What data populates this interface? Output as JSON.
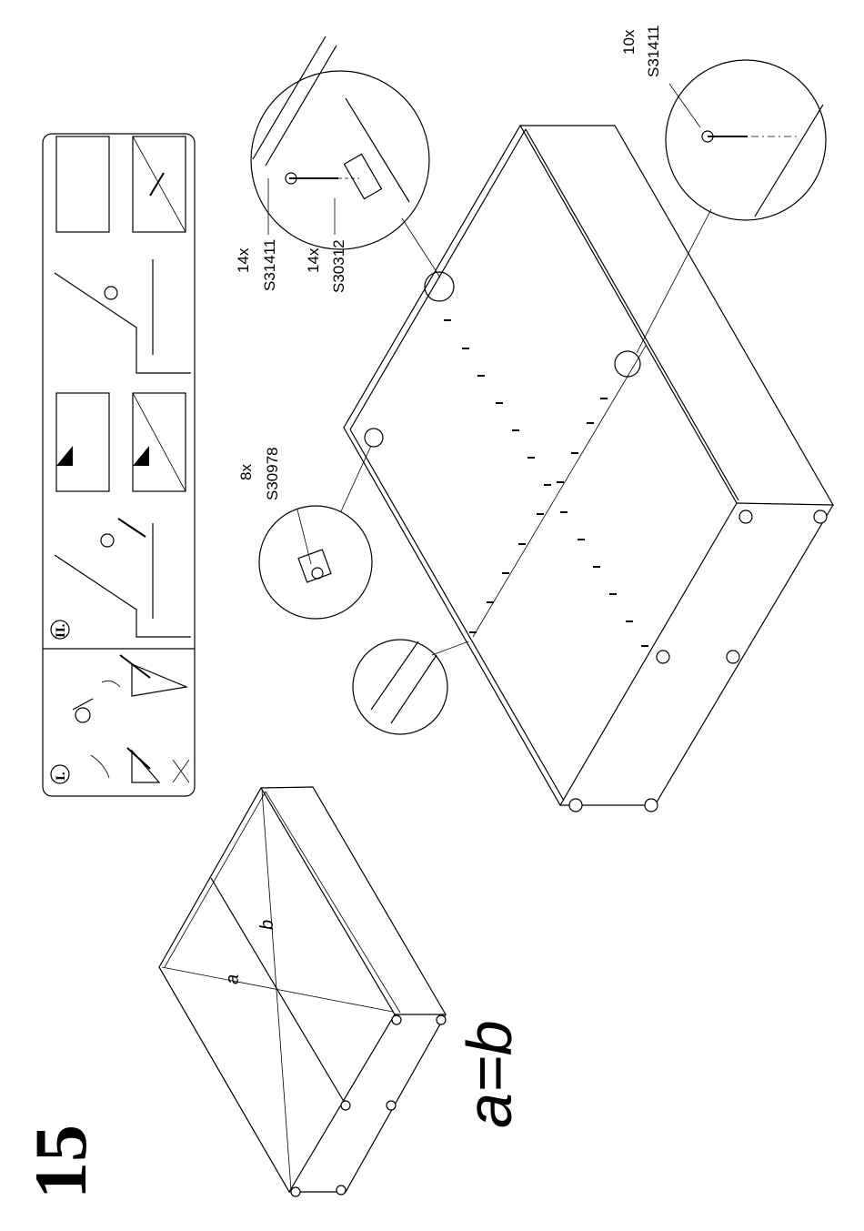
{
  "step_number": "15",
  "diagonal_label_a": "a",
  "diagonal_label_b": "b",
  "equality_note": "a=b",
  "detail_panel": {
    "section_i_label": "I.",
    "section_ii_label": "II."
  },
  "parts": [
    {
      "qty": "14x",
      "code": "S31411"
    },
    {
      "qty": "14x",
      "code": "S30312"
    },
    {
      "qty": "8x",
      "code": "S30978"
    },
    {
      "qty": "10x",
      "code": "S31411"
    }
  ]
}
